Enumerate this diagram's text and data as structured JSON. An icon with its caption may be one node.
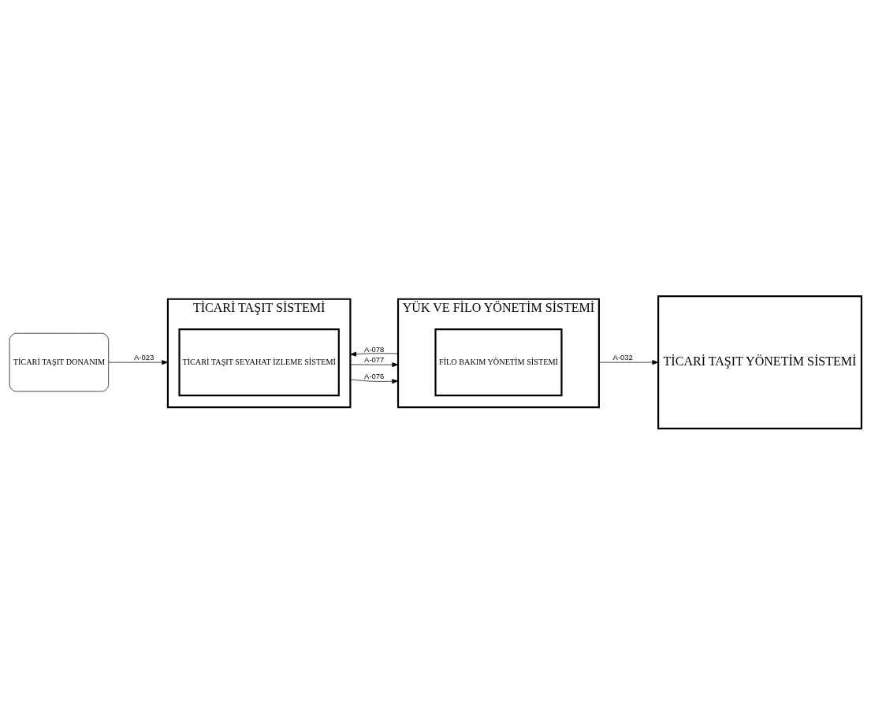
{
  "diagram": {
    "nodes": [
      {
        "text": [
          "TİCARİ TAŞIT YÖNETİM SİSTEMİ"
        ]
      },
      {
        "text": [
          "YÜK VE FİLO YÖNETİM SİSTEMİ"
        ]
      },
      {
        "text": [
          "FİLO BAKIM YÖNETİM SİSTEMİ"
        ],
        "in": 1
      },
      {
        "text": [
          "TİCARİ TAŞIT SİSTEMİ"
        ]
      },
      {
        "text": [
          "TİCARİ TAŞIT SEYAHAT İZLEME SİSTEMİ"
        ],
        "in": 3
      },
      {
        "text": [
          "TİCARİ TAŞIT DONANIM"
        ]
      }
    ],
    "edges": [
      {
        "from": 1,
        "to": 0,
        "arrow": "to",
        "label": "A-032"
      },
      {
        "from": 1,
        "to": 3,
        "arrow": "to",
        "label": "A-078"
      },
      {
        "from": 3,
        "to": 1,
        "arrow": "to",
        "label": "A-077"
      },
      {
        "from": 3,
        "to": 1,
        "arrow": "to",
        "label": "A-076"
      },
      {
        "from": 5,
        "to": 3,
        "arrow": "to",
        "label": "A-023"
      }
    ]
  }
}
